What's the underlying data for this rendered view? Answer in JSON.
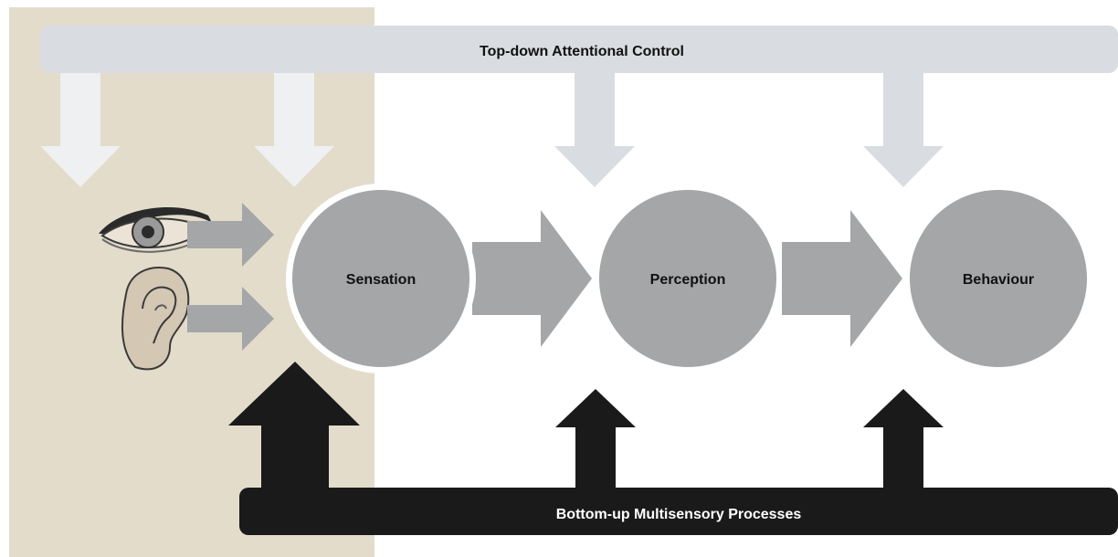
{
  "top_bar": {
    "label": "Top-down Attentional Control"
  },
  "bottom_bar": {
    "label": "Bottom-up Multisensory Processes"
  },
  "nodes": [
    {
      "id": "sensation",
      "label": "Sensation"
    },
    {
      "id": "perception",
      "label": "Perception"
    },
    {
      "id": "behaviour",
      "label": "Behaviour"
    }
  ],
  "sense_organs": [
    {
      "icon": "eye-icon"
    },
    {
      "icon": "ear-icon"
    }
  ],
  "colors": {
    "sensory_panel": "#e3dccb",
    "top_bar": "#d9dde2",
    "top_arrow_on_panel": "#eef0f1",
    "top_arrow": "#d9dde2",
    "node_circle": "#a4a6a8",
    "flow_arrow": "#a4a6a8",
    "bottom_bar": "#1a1a1a",
    "bottom_text": "#ffffff",
    "dark_text": "#111111"
  }
}
